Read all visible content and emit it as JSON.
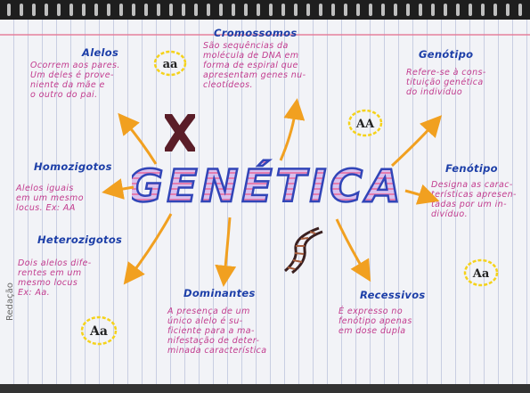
{
  "title": "GENÉTICA",
  "sections": {
    "cromossomos": {
      "heading": "Cromossomos",
      "lines": [
        "São sequências da",
        "molécula de DNA em",
        "forma de espiral que",
        "apresentam genes nu-",
        "cleotídeos."
      ]
    },
    "alelos": {
      "heading": "Alelos",
      "lines": [
        "Ocorrem aos pares.",
        "Um deles é prove-",
        "niente da mãe e",
        "o outro do pai."
      ]
    },
    "genotipo": {
      "heading": "Genótipo",
      "lines": [
        "Refere-se à cons-",
        "tituição genética",
        "do indivíduo"
      ]
    },
    "homozigotos": {
      "heading": "Homozigotos",
      "lines": [
        "Alelos iguais",
        "em um mesmo",
        "locus. Ex: AA"
      ]
    },
    "fenotipo": {
      "heading": "Fenótipo",
      "lines": [
        "Designa as carac-",
        "terísticas apresen-",
        "tadas por um in-",
        "divíduo."
      ]
    },
    "heterozigotos": {
      "heading": "Heterozigotos",
      "lines": [
        "Dois alelos dife-",
        "rentes em um",
        "mesmo locus",
        "Ex: Aa."
      ]
    },
    "dominantes": {
      "heading": "Dominantes",
      "lines": [
        "A presença de um",
        "único alelo é su-",
        "ficiente para a ma-",
        "nifestação de deter-",
        "minada característica"
      ]
    },
    "recessivos": {
      "heading": "Recessivos",
      "lines": [
        "É expresso no",
        "fenótipo apenas",
        "em dose dupla"
      ]
    }
  },
  "badges": [
    "aa",
    "AA",
    "Aa",
    "Aa"
  ],
  "watermark": "Redação",
  "colors": {
    "heading": "#1d3fa8",
    "body": "#c23b8e",
    "title_outline": "#3145b8",
    "title_fill": "#c9a7e6",
    "arrow": "#f1a020",
    "badge_outline": "#f5d21a"
  }
}
